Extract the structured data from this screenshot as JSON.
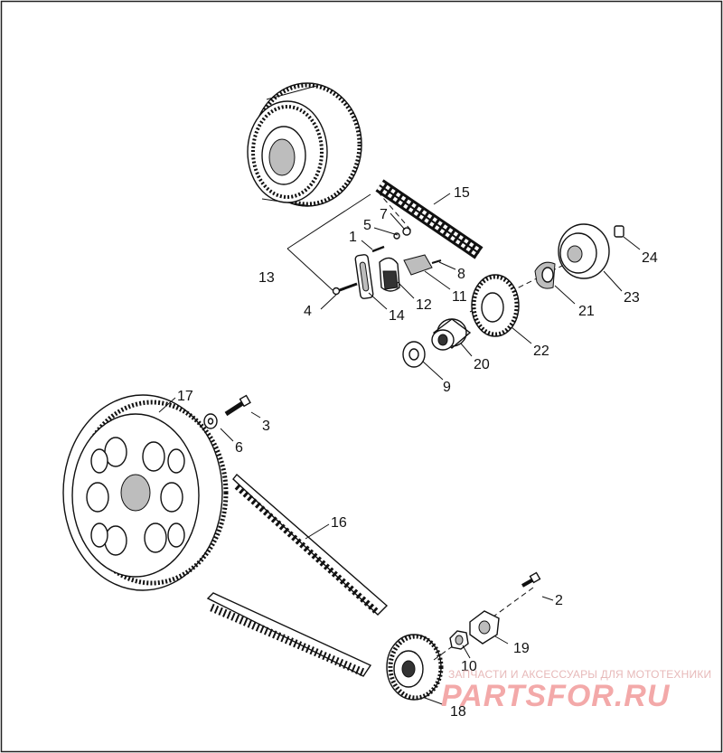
{
  "diagram": {
    "callouts": [
      "1",
      "2",
      "3",
      "4",
      "5",
      "6",
      "7",
      "8",
      "9",
      "10",
      "11",
      "12",
      "13",
      "14",
      "15",
      "16",
      "17",
      "18",
      "19",
      "20",
      "21",
      "22",
      "23",
      "24"
    ]
  },
  "watermark": {
    "tagline": "ЗАПЧАСТИ И АКСЕССУАРЫ ДЛЯ МОТОТЕХНИКИ",
    "logo": "PARTSFOR.RU"
  }
}
